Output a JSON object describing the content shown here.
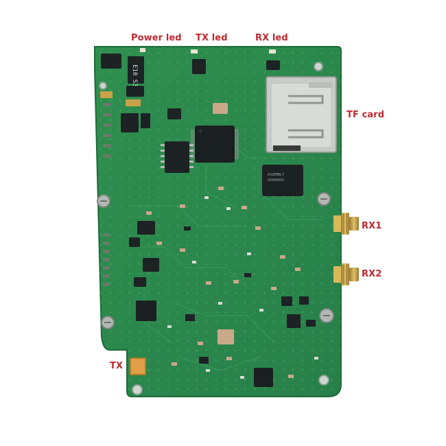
{
  "labels": {
    "power_led": "Power led",
    "tx_led": "TX led",
    "rx_led": "RX led",
    "tf_card": "TF card",
    "rx1": "RX1",
    "rx2": "RX2",
    "tx": "TX"
  },
  "colors": {
    "background": "#ffffff",
    "label": "#c0282e",
    "pcb": "#2f8a4c",
    "pcb_dark": "#23703c",
    "chip": "#1e2326",
    "gold": "#c9a14a",
    "metal": "#c9ccc8",
    "tan": "#c9a98a"
  }
}
